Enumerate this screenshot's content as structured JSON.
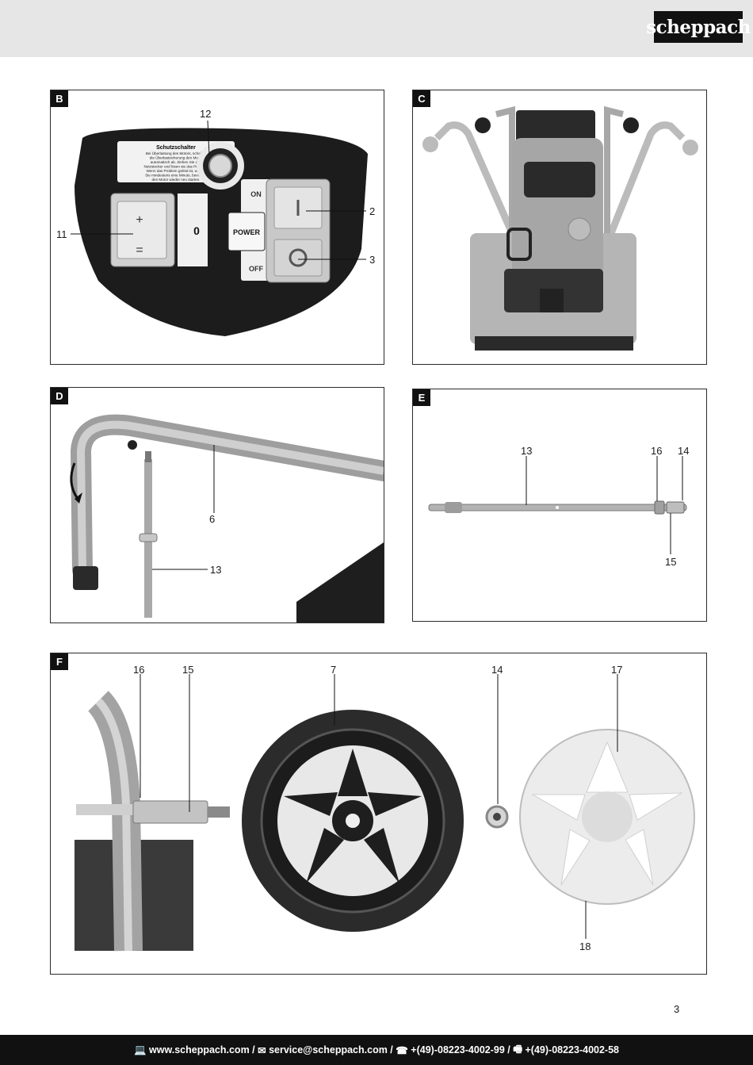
{
  "brand": "scheppach",
  "page_number": "3",
  "footer": {
    "web": "www.scheppach.com",
    "email": "service@scheppach.com",
    "phone": "+(49)-08223-4002-99",
    "fax": "+(49)-08223-4002-58",
    "sep": " / "
  },
  "panels": {
    "B": {
      "tag": "B",
      "labels": [
        "12",
        "2",
        "3",
        "11"
      ],
      "switch_text": {
        "title": "Schutzschalter",
        "body": [
          "Bei Überlastung des Motors, schalten",
          "die Überlastsicherung den Motor",
          "automatisch ab. Ziehen Sie den",
          "Netzstecker und lösen sie das Problem.",
          "Wenn das Problem gelöst ist, warten",
          "Sie mindestens eine Minute, bevor sie",
          "den Motor wieder neu starten."
        ],
        "on": "ON",
        "off": "OFF",
        "power": "POWER",
        "zero": "0"
      }
    },
    "C": {
      "tag": "C"
    },
    "D": {
      "tag": "D",
      "labels": [
        "6",
        "13"
      ]
    },
    "E": {
      "tag": "E",
      "labels": [
        "13",
        "16",
        "14",
        "15"
      ]
    },
    "F": {
      "tag": "F",
      "labels": [
        "16",
        "15",
        "7",
        "14",
        "17",
        "18"
      ]
    }
  },
  "icons": [
    "computer-icon",
    "mail-icon",
    "phone-icon",
    "fax-icon"
  ]
}
